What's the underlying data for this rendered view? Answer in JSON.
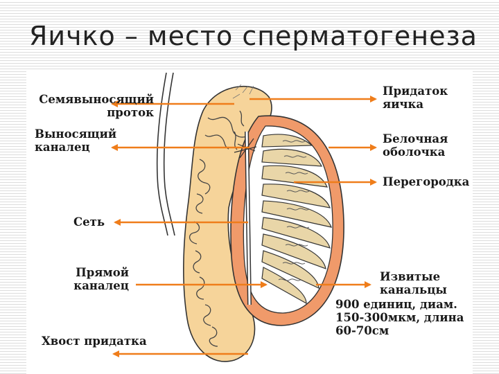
{
  "title": "Яичко – место сперматогенеза",
  "labels_left": {
    "vas_deferens": "Семявыносящий\nпроток",
    "efferent_ductule": "Выносящий\nканалец",
    "rete": "Сеть",
    "straight_tubule": "Прямой\nканалец",
    "epididymis_tail": "Хвост придатка"
  },
  "labels_right": {
    "epididymis": "Придаток\nяичка",
    "tunica_albuginea": "Белочная\nоболочка",
    "septum": "Перегородка",
    "convoluted_tubules": "Извитые\nканальцы",
    "tubules_note": "900 единиц, диам.\n150-300мкм, длина\n60-70см"
  },
  "colors": {
    "arrow": "#ef7d1a",
    "capsule": "#f09a6a",
    "epididymis": "#f6d49a",
    "lobule": "#e9d6a8"
  }
}
